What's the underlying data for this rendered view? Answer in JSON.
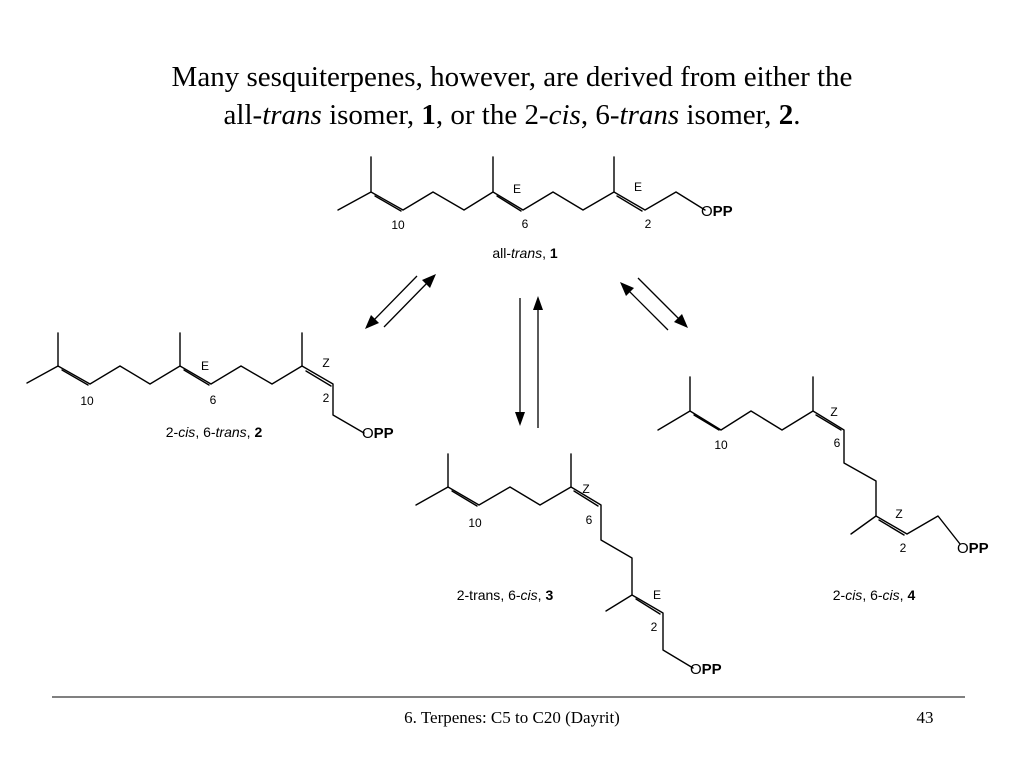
{
  "title": {
    "line1": "Many sesquiterpenes, however, are derived from either the",
    "l2_pre": "all-",
    "l2_trans1": "trans",
    "l2_mid1": " isomer, ",
    "l2_num1": "1",
    "l2_mid2": ", or the 2-",
    "l2_cis": "cis",
    "l2_mid3": ", 6-",
    "l2_trans2": "trans",
    "l2_mid4": " isomer, ",
    "l2_num2": "2",
    "l2_end": "."
  },
  "mol1": {
    "e1": "E",
    "e2": "E",
    "n10": "10",
    "n6": "6",
    "n2": "2",
    "o": "O",
    "pp": "PP",
    "name_pre": "all-",
    "name_it": "trans",
    "name_sep": ", ",
    "name_num": "1"
  },
  "mol2": {
    "e": "E",
    "z": "Z",
    "n10": "10",
    "n6": "6",
    "n2": "2",
    "o": "O",
    "pp": "PP",
    "name_a": "2-",
    "name_ai": "cis",
    "name_b": ", 6-",
    "name_bi": "trans",
    "name_sep": ", ",
    "name_num": "2"
  },
  "mol3": {
    "z": "Z",
    "e": "E",
    "n10": "10",
    "n6": "6",
    "n2": "2",
    "o": "O",
    "pp": "PP",
    "name_a": "2-trans",
    "name_b": ", 6-",
    "name_bi": "cis",
    "name_sep": ", ",
    "name_num": "3"
  },
  "mol4": {
    "z1": "Z",
    "z2": "Z",
    "n10": "10",
    "n6": "6",
    "n2": "2",
    "o": "O",
    "pp": "PP",
    "name_a": "2-",
    "name_ai": "cis",
    "name_b": ", 6-",
    "name_bi": "cis",
    "name_sep": ", ",
    "name_num": "4"
  },
  "footer": {
    "text": "6. Terpenes: C5 to C20 (Dayrit)",
    "page": "43"
  }
}
